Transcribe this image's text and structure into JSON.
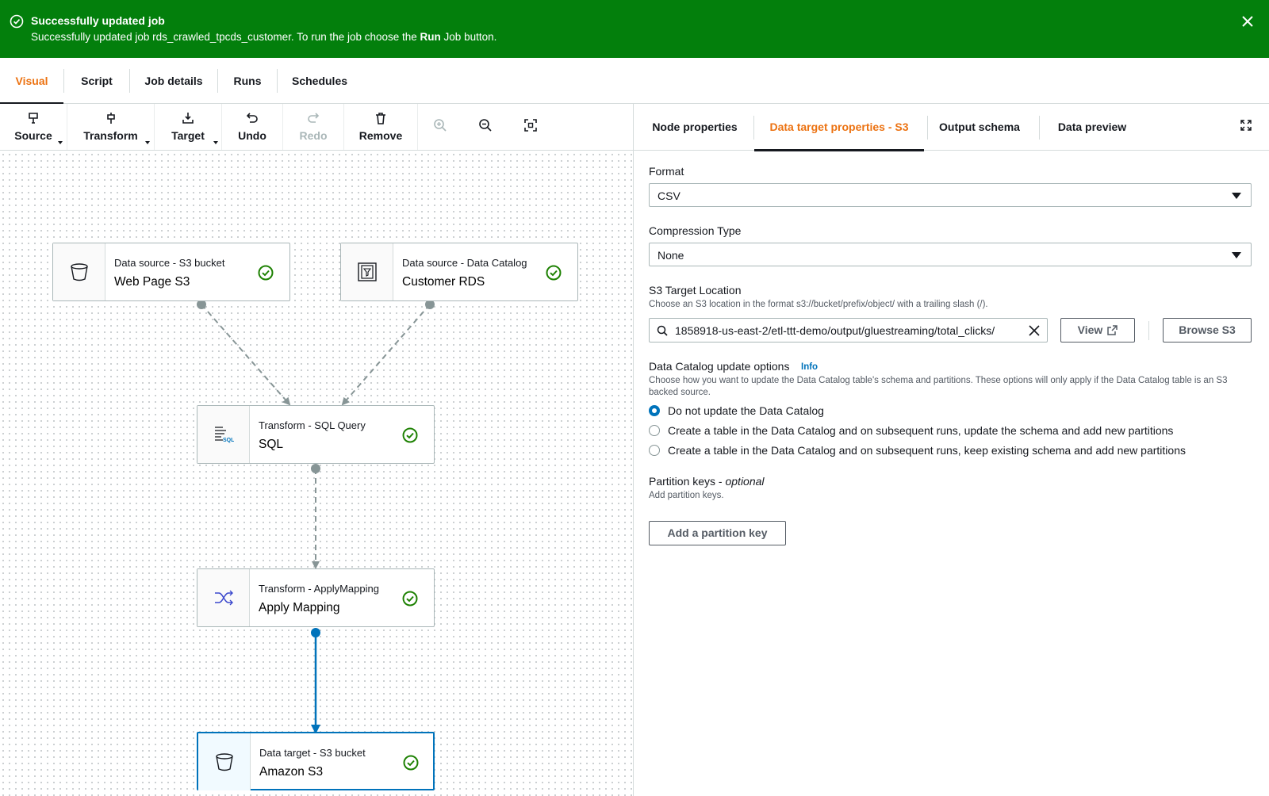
{
  "banner": {
    "title": "Successfully updated job",
    "message_prefix": "Successfully updated job rds_crawled_tpcds_customer. To run the job choose the ",
    "message_bold": "Run",
    "message_suffix": " Job button."
  },
  "job_tabs": [
    "Visual",
    "Script",
    "Job details",
    "Runs",
    "Schedules"
  ],
  "active_job_tab": "Visual",
  "toolbar": {
    "source": "Source",
    "transform": "Transform",
    "target": "Target",
    "undo": "Undo",
    "redo": "Redo",
    "remove": "Remove"
  },
  "nodes": [
    {
      "subtitle": "Data source - S3 bucket",
      "title": "Web Page S3",
      "icon": "bucket-icon"
    },
    {
      "subtitle": "Data source - Data Catalog",
      "title": "Customer RDS",
      "icon": "data-catalog-icon"
    },
    {
      "subtitle": "Transform - SQL Query",
      "title": "SQL",
      "icon": "sql-icon"
    },
    {
      "subtitle": "Transform - ApplyMapping",
      "title": "Apply Mapping",
      "icon": "shuffle-icon"
    },
    {
      "subtitle": "Data target - S3 bucket",
      "title": "Amazon S3",
      "icon": "bucket-icon"
    }
  ],
  "panel_tabs": [
    "Node properties",
    "Data target properties - S3",
    "Output schema",
    "Data preview"
  ],
  "active_panel_tab": "Data target properties - S3",
  "format": {
    "label": "Format",
    "value": "CSV"
  },
  "compression": {
    "label": "Compression Type",
    "value": "None"
  },
  "s3_location": {
    "label": "S3 Target Location",
    "description": "Choose an S3 location in the format s3://bucket/prefix/object/ with a trailing slash (/).",
    "value": "1858918-us-east-2/etl-ttt-demo/output/gluestreaming/total_clicks/",
    "view_button": "View",
    "browse_button": "Browse S3"
  },
  "catalog_update": {
    "label": "Data Catalog update options",
    "info": "Info",
    "description": "Choose how you want to update the Data Catalog table's schema and partitions. These options will only apply if the Data Catalog table is an S3 backed source.",
    "options": [
      "Do not update the Data Catalog",
      "Create a table in the Data Catalog and on subsequent runs, update the schema and add new partitions",
      "Create a table in the Data Catalog and on subsequent runs, keep existing schema and add new partitions"
    ],
    "selected_index": 0
  },
  "partition_keys": {
    "label": "Partition keys - ",
    "label_optional": "optional",
    "description": "Add partition keys.",
    "add_button": "Add a partition key"
  },
  "colors": {
    "banner_green": "#037f0c",
    "accent_orange": "#ec7211",
    "link_blue": "#0073bb",
    "check_green": "#1d8102"
  }
}
